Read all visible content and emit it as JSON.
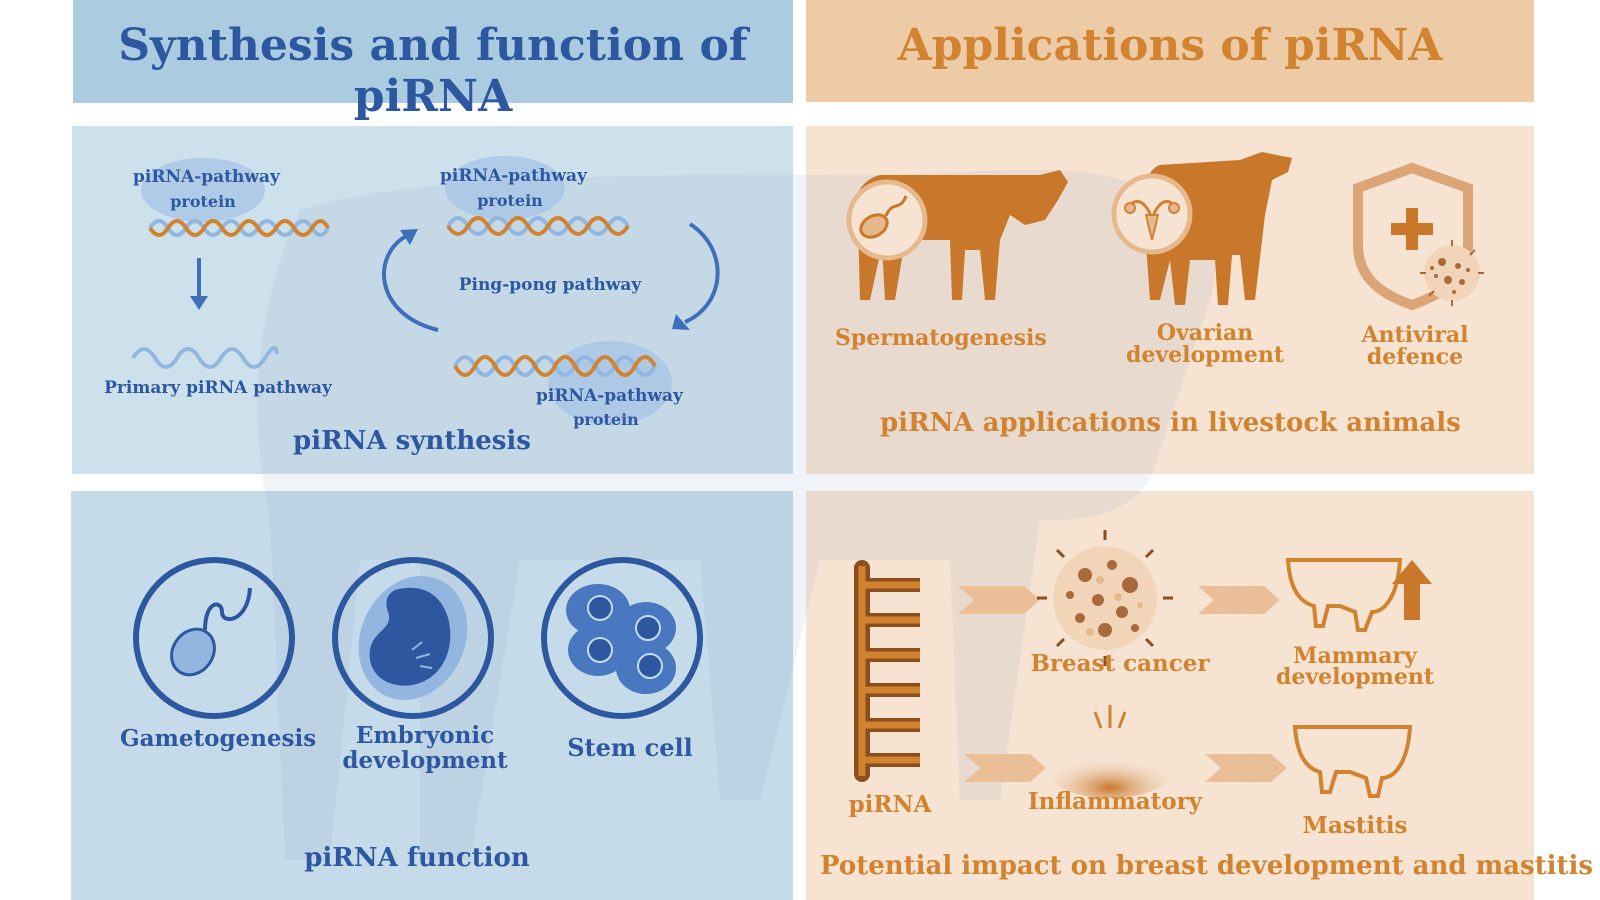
{
  "left": {
    "title": "Synthesis and function of piRNA",
    "synthesis": {
      "protein_label_1": "piRNA-pathway",
      "protein_label_1b": "protein",
      "protein_label_2": "piRNA-pathway",
      "protein_label_2b": "protein",
      "protein_label_3": "piRNA-pathway",
      "protein_label_3b": "protein",
      "primary_pathway": "Primary piRNA pathway",
      "pingpong_pathway": "Ping-pong pathway",
      "caption": "piRNA synthesis"
    },
    "function": {
      "items": [
        "Gametogenesis",
        "Embryonic",
        "development",
        "Stem cell"
      ],
      "caption": "piRNA function"
    }
  },
  "right": {
    "title": "Applications of piRNA",
    "livestock": {
      "items": [
        "Spermatogenesis",
        "Ovarian",
        "development",
        "Antiviral",
        "defence"
      ],
      "caption": "piRNA applications in livestock animals"
    },
    "breast": {
      "pirna": "piRNA",
      "breast_cancer": "Breast cancer",
      "mammary_1": "Mammary",
      "mammary_2": "development",
      "inflammatory": "Inflammatory",
      "mastitis": "Mastitis",
      "caption": "Potential impact on breast development and mastitis"
    }
  },
  "colors": {
    "blue_dark": "#2d58a0",
    "blue_mid": "#4a78c0",
    "blue_light": "#93b6e0",
    "orange": "#d1832f",
    "orange_dark": "#b7651e",
    "orange_light": "#e6b98c"
  }
}
